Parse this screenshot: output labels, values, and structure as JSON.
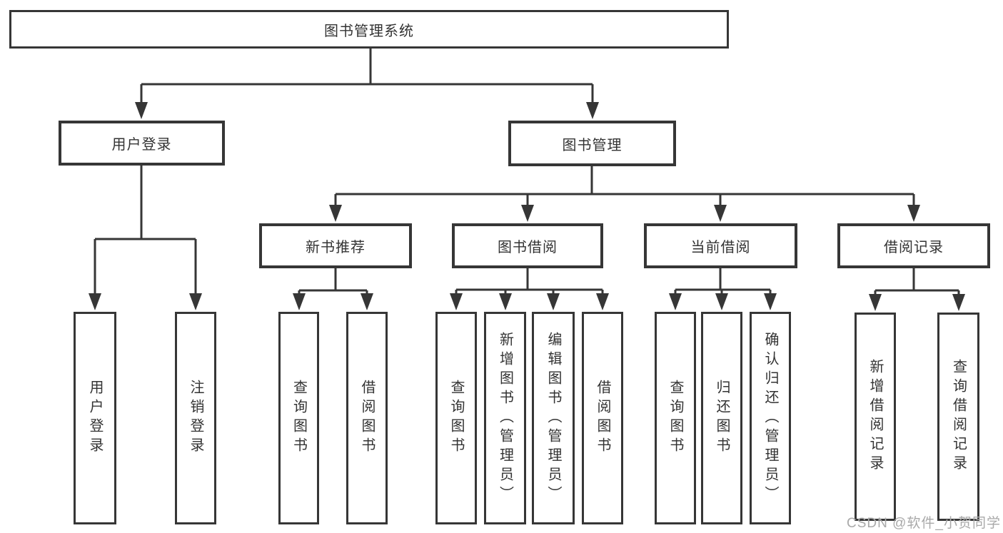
{
  "style": {
    "line_color": "#363636",
    "text_color": "#333333",
    "box_background": "#ffffff",
    "page_background": "#ffffff"
  },
  "watermark": {
    "text": "CSDN @软件_小贺同学",
    "color": "#a9a9a9"
  },
  "tree": {
    "label": "图书管理系统",
    "children": [
      {
        "label": "用户登录",
        "children": [
          {
            "label": "用户登录"
          },
          {
            "label": "注销登录"
          }
        ]
      },
      {
        "label": "图书管理",
        "children": [
          {
            "label": "新书推荐",
            "children": [
              {
                "label": "查询图书"
              },
              {
                "label": "借阅图书"
              }
            ]
          },
          {
            "label": "图书借阅",
            "children": [
              {
                "label": "查询图书"
              },
              {
                "label": "新增图书（管理员）"
              },
              {
                "label": "编辑图书（管理员）"
              },
              {
                "label": "借阅图书"
              }
            ]
          },
          {
            "label": "当前借阅",
            "children": [
              {
                "label": "查询图书"
              },
              {
                "label": "归还图书"
              },
              {
                "label": "确认归还（管理员）"
              }
            ]
          },
          {
            "label": "借阅记录",
            "children": [
              {
                "label": "新增借阅记录"
              },
              {
                "label": "查询借阅记录"
              }
            ]
          }
        ]
      }
    ]
  }
}
